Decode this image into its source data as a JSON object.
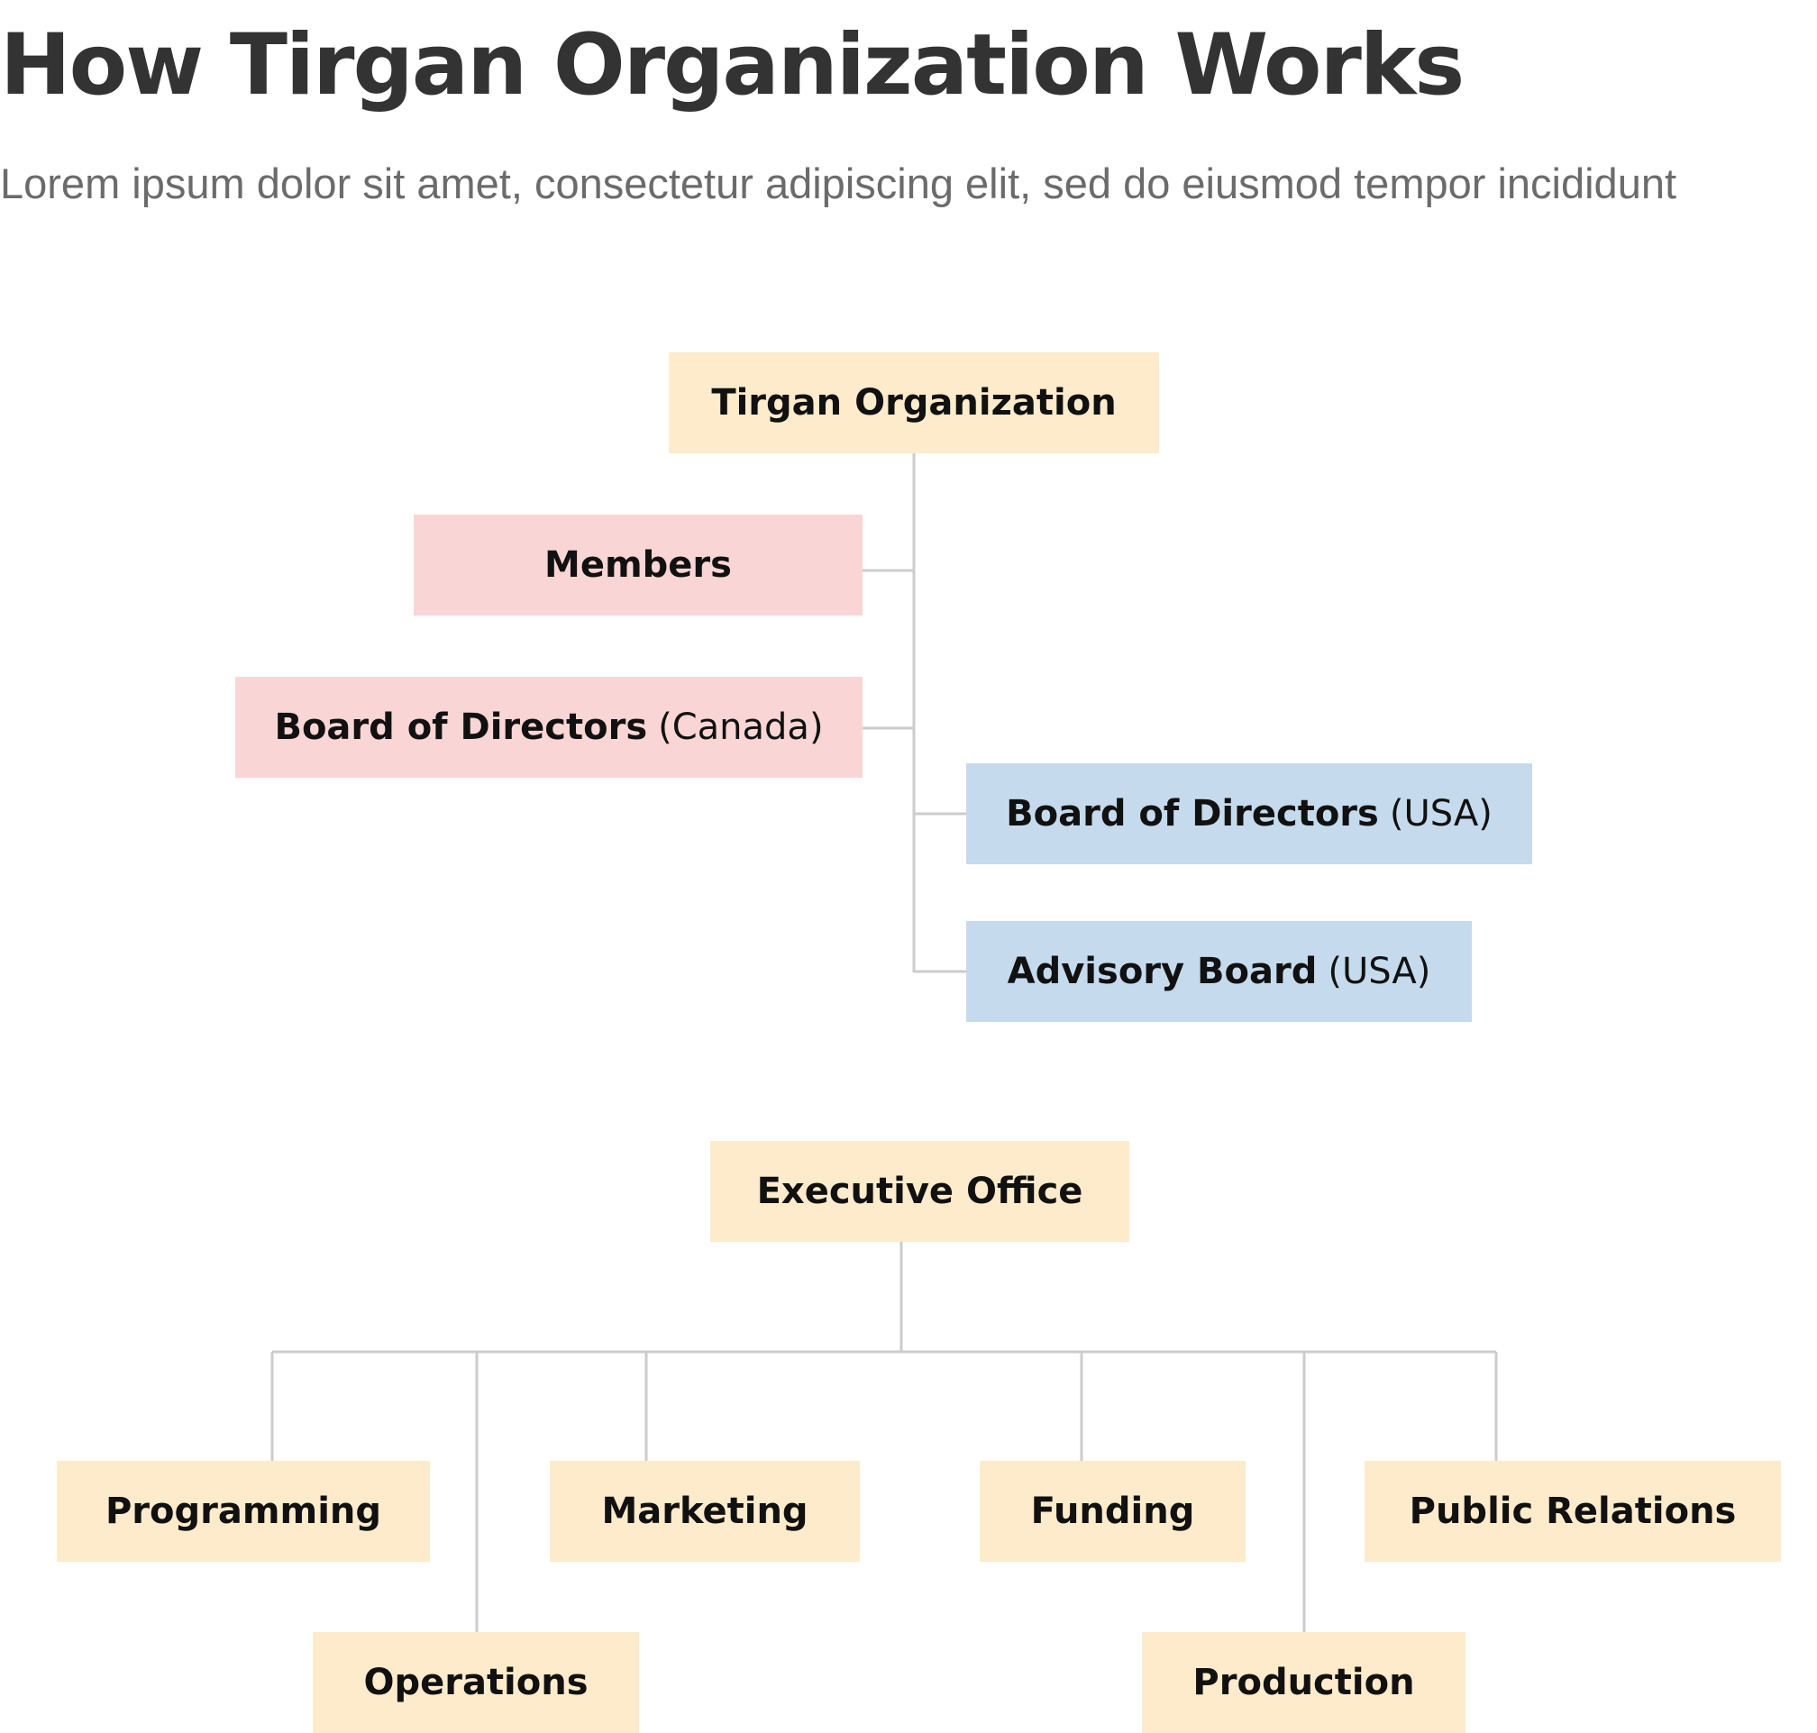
{
  "header": {
    "title": "How Tirgan Organization Works",
    "subtitle": "Lorem ipsum dolor sit amet, consectetur adipiscing elit, sed do eiusmod tempor incididunt"
  },
  "governance": {
    "root": {
      "label": "Tirgan Organization",
      "suffix": ""
    },
    "members": {
      "label": "Members",
      "suffix": ""
    },
    "board_canada": {
      "label": "Board of Directors",
      "suffix": "(Canada)"
    },
    "board_usa": {
      "label": "Board of Directors",
      "suffix": "(USA)"
    },
    "advisory_usa": {
      "label": "Advisory Board",
      "suffix": "(USA)"
    }
  },
  "operations": {
    "root": {
      "label": "Executive Office"
    },
    "departments": [
      {
        "label": "Programming"
      },
      {
        "label": "Operations"
      },
      {
        "label": "Marketing"
      },
      {
        "label": "Funding"
      },
      {
        "label": "Production"
      },
      {
        "label": "Public Relations"
      }
    ]
  },
  "colors": {
    "title": "#333333",
    "subtitle": "#6b6b6b",
    "cream": "#fdebcb",
    "pink": "#f9d5d5",
    "blue": "#c5dbed",
    "connector": "#cccccc"
  }
}
